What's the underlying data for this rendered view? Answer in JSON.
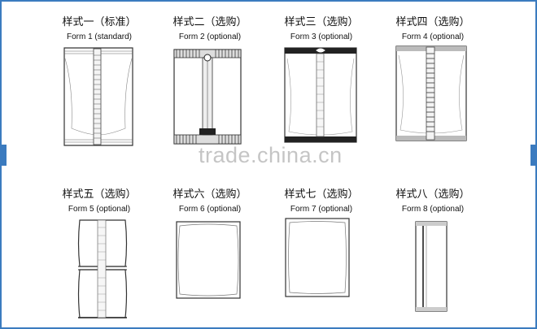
{
  "forms": [
    {
      "cn": "样式一（标准）",
      "en": "Form 1 (standard)"
    },
    {
      "cn": "样式二（选购）",
      "en": "Form 2 (optional)"
    },
    {
      "cn": "样式三（选购）",
      "en": "Form 3 (optional)"
    },
    {
      "cn": "样式四（选购）",
      "en": "Form 4 (optional)"
    },
    {
      "cn": "样式五（选购）",
      "en": "Form 5 (optional)"
    },
    {
      "cn": "样式六（选购）",
      "en": "Form 6 (optional)"
    },
    {
      "cn": "样式七（选购）",
      "en": "Form 7 (optional)"
    },
    {
      "cn": "样式八（选购）",
      "en": "Form 8 (optional)"
    }
  ],
  "watermark": "trade.china.cn",
  "colors": {
    "frame": "#3b7bbf",
    "line": "#333333"
  }
}
